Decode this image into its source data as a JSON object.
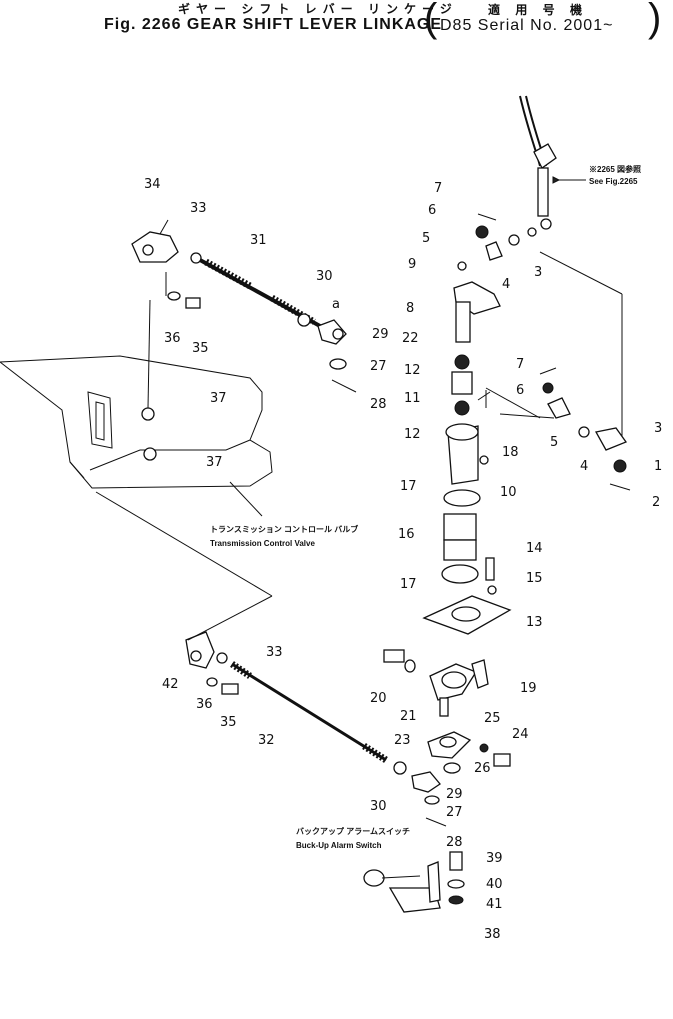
{
  "header": {
    "title_jp": "ギヤー シフト レバー リンケージ",
    "title_en": "Fig. 2266 GEAR SHIFT LEVER LINKAGE",
    "applicable_jp": "適 用 号 機",
    "serial": "D85 Serial No. 2001~"
  },
  "notes": {
    "ref_jp": "※2265 図参照",
    "ref_en": "See Fig.2265",
    "tcv_jp": "トランスミッション コントロール バルブ",
    "tcv_en": "Transmission Control Valve",
    "alarm_jp": "バックアップ アラームスイッチ",
    "alarm_en": "Buck-Up Alarm Switch"
  },
  "callouts": [
    {
      "id": "c7a",
      "label": "7"
    },
    {
      "id": "c6a",
      "label": "6"
    },
    {
      "id": "c5a",
      "label": "5"
    },
    {
      "id": "c9",
      "label": "9"
    },
    {
      "id": "c4a",
      "label": "4"
    },
    {
      "id": "c3a",
      "label": "3"
    },
    {
      "id": "c8",
      "label": "8"
    },
    {
      "id": "c22",
      "label": "22"
    },
    {
      "id": "c12a",
      "label": "12"
    },
    {
      "id": "c11",
      "label": "11"
    },
    {
      "id": "c12b",
      "label": "12"
    },
    {
      "id": "c7b",
      "label": "7"
    },
    {
      "id": "c6b",
      "label": "6"
    },
    {
      "id": "c5b",
      "label": "5"
    },
    {
      "id": "c4b",
      "label": "4"
    },
    {
      "id": "c3b",
      "label": "3"
    },
    {
      "id": "c1",
      "label": "1"
    },
    {
      "id": "c2",
      "label": "2"
    },
    {
      "id": "c18",
      "label": "18"
    },
    {
      "id": "c10",
      "label": "10"
    },
    {
      "id": "c17a",
      "label": "17"
    },
    {
      "id": "c16",
      "label": "16"
    },
    {
      "id": "c17b",
      "label": "17"
    },
    {
      "id": "c14",
      "label": "14"
    },
    {
      "id": "c15",
      "label": "15"
    },
    {
      "id": "c13",
      "label": "13"
    },
    {
      "id": "c34",
      "label": "34"
    },
    {
      "id": "c33a",
      "label": "33"
    },
    {
      "id": "c31",
      "label": "31"
    },
    {
      "id": "c30a",
      "label": "30"
    },
    {
      "id": "ca",
      "label": "a"
    },
    {
      "id": "c29a",
      "label": "29"
    },
    {
      "id": "c36a",
      "label": "36"
    },
    {
      "id": "c35a",
      "label": "35"
    },
    {
      "id": "c27a",
      "label": "27"
    },
    {
      "id": "c28a",
      "label": "28"
    },
    {
      "id": "c37a",
      "label": "37"
    },
    {
      "id": "c37b",
      "label": "37"
    },
    {
      "id": "c33b",
      "label": "33"
    },
    {
      "id": "c42",
      "label": "42"
    },
    {
      "id": "c36b",
      "label": "36"
    },
    {
      "id": "c35b",
      "label": "35"
    },
    {
      "id": "c32",
      "label": "32"
    },
    {
      "id": "c20",
      "label": "20"
    },
    {
      "id": "c21",
      "label": "21"
    },
    {
      "id": "c19",
      "label": "19"
    },
    {
      "id": "c25",
      "label": "25"
    },
    {
      "id": "c23",
      "label": "23"
    },
    {
      "id": "c24",
      "label": "24"
    },
    {
      "id": "c26",
      "label": "26"
    },
    {
      "id": "c29b",
      "label": "29"
    },
    {
      "id": "c30b",
      "label": "30"
    },
    {
      "id": "c27b",
      "label": "27"
    },
    {
      "id": "c28b",
      "label": "28"
    },
    {
      "id": "c39",
      "label": "39"
    },
    {
      "id": "c40",
      "label": "40"
    },
    {
      "id": "c41",
      "label": "41"
    },
    {
      "id": "c38",
      "label": "38"
    }
  ]
}
